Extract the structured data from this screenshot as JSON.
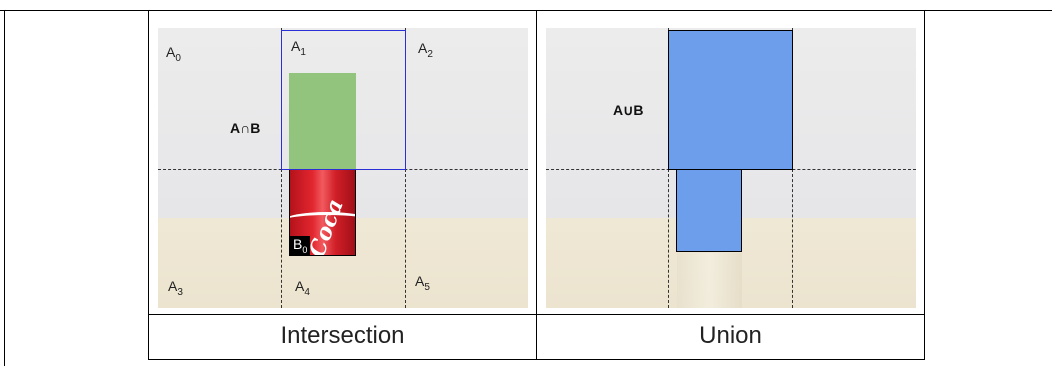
{
  "left_panel": {
    "region_labels": {
      "a0": {
        "base": "A",
        "sub": "0"
      },
      "a1": {
        "base": "A",
        "sub": "1"
      },
      "a2": {
        "base": "A",
        "sub": "2"
      },
      "a3": {
        "base": "A",
        "sub": "3"
      },
      "a4": {
        "base": "A",
        "sub": "4"
      },
      "a5": {
        "base": "A",
        "sub": "5"
      }
    },
    "intersection_label": "A∩B",
    "can_text": "Coca",
    "object_label": {
      "base": "B",
      "sub": "0"
    },
    "caption": "Intersection"
  },
  "right_panel": {
    "union_label": "A∪B",
    "caption": "Union"
  },
  "colors": {
    "bbox_a": "#2a2fd6",
    "intersection_fill": "#93c47d",
    "union_fill": "#6d9eeb",
    "can_red": "#e3262f"
  }
}
